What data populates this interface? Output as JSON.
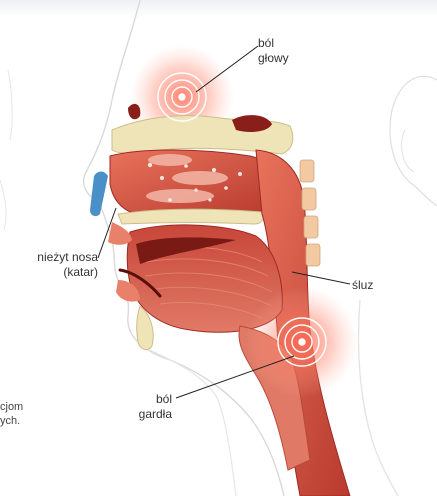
{
  "labels": {
    "headache_line1": "ból",
    "headache_line2": "głowy",
    "rhinitis_line1": "nieżyt nosa",
    "rhinitis_line2": "(katar)",
    "mucus": "śluz",
    "sore_throat_line1": "ból",
    "sore_throat_line2": "gardła",
    "partial_text_line1": "cjom",
    "partial_text_line2": "ych."
  },
  "colors": {
    "skin_outline": "#d9d9d9",
    "tissue_red": "#d9473a",
    "tissue_dark": "#9e2a22",
    "tissue_light": "#f2a28c",
    "bone": "#efe3b8",
    "pain_glow": "#f25c4a",
    "nasal_blue": "#4a90c8"
  }
}
